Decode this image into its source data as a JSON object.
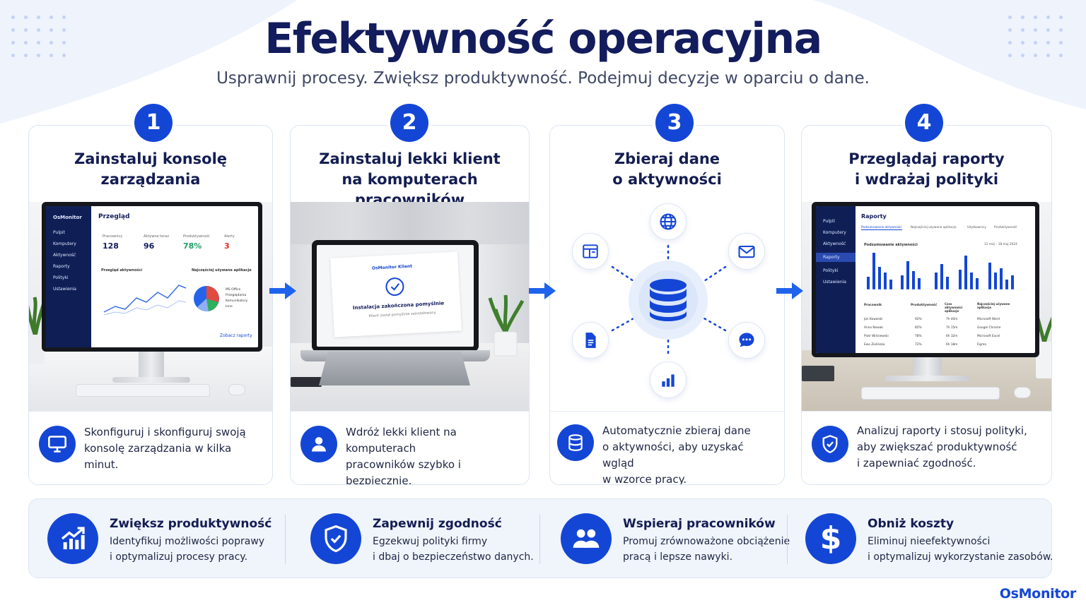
{
  "header": {
    "title": "Efektywność operacyjna",
    "subtitle": "Usprawnij procesy. Zwiększ produktywność. Podejmuj decyzje w oparciu o dane."
  },
  "colors": {
    "accent": "#1446d6",
    "navy": "#131c5c",
    "sidebar": "#0f1f56"
  },
  "steps": [
    {
      "number": "1",
      "title_line1": "Zainstaluj konsolę",
      "title_line2": "zarządzania",
      "icon": "monitor-icon",
      "desc_line1": "Skonfiguruj i skonfiguruj swoją",
      "desc_line2": "konsolę zarządzania w kilka minut.",
      "screen": {
        "brand": "OsMonitor",
        "nav": [
          "Pulpit",
          "Komputery",
          "Aktywność",
          "Raporty",
          "Polityki",
          "Ustawienia"
        ],
        "heading": "Przegląd",
        "stats": [
          {
            "label": "Pracownicy",
            "value": "128"
          },
          {
            "label": "Aktywne teraz",
            "value": "96"
          },
          {
            "label": "Produktywność",
            "value": "78%"
          },
          {
            "label": "Alerty",
            "value": "3"
          }
        ],
        "chart_label": "Przegląd aktywności",
        "apps_label": "Najczęściej używane aplikacje",
        "legend": [
          "MS Office",
          "Przeglądarka",
          "Komunikatory",
          "Inne"
        ],
        "link": "Zobacz raporty"
      }
    },
    {
      "number": "2",
      "title_line1": "Zainstaluj lekki klient",
      "title_line2": "na komputerach pracowników",
      "icon": "user-icon",
      "desc_line1": "Wdróż lekki klient na komputerach",
      "desc_line2": "pracowników szybko i bezpiecznie.",
      "screen": {
        "brand": "OsMonitor Klient",
        "status": "Instalacja zakończona pomyślnie",
        "detail": "Klient został pomyślnie zainstalowany."
      }
    },
    {
      "number": "3",
      "title_line1": "Zbieraj dane",
      "title_line2": "o aktywności",
      "icon": "database-icon",
      "desc_line1": "Automatycznie zbieraj dane",
      "desc_line2": "o aktywności, aby uzyskać wgląd",
      "desc_line3": "w wzorce pracy.",
      "hub_icons": [
        "globe-icon",
        "email-icon",
        "chat-icon",
        "bar-chart-icon",
        "document-icon",
        "window-icon"
      ]
    },
    {
      "number": "4",
      "title_line1": "Przeglądaj raporty",
      "title_line2": "i wdrażaj polityki",
      "icon": "shield-check-icon",
      "desc_line1": "Analizuj raporty i stosuj polityki,",
      "desc_line2": "aby zwiększać produktywność",
      "desc_line3": "i zapewniać zgodność.",
      "screen": {
        "nav": [
          "Pulpit",
          "Komputery",
          "Aktywność",
          "Raporty",
          "Polityki",
          "Ustawienia"
        ],
        "heading": "Raporty",
        "tabs": [
          "Podsumowanie aktywności",
          "Najczęściej używane aplikacje",
          "Użytkownicy",
          "Produktywność"
        ],
        "summary_label": "Podsumowanie aktywności",
        "date_range": "12 maj – 18 maj 2024",
        "columns": [
          "Pracownik",
          "Produktywność",
          "Czas aktywności aplikacje",
          "Najczęściej używane aplikacje"
        ],
        "rows": [
          [
            "Jan Kowalski",
            "92%",
            "7h 40m",
            "Microsoft Word"
          ],
          [
            "Anna Nowak",
            "85%",
            "7h 15m",
            "Google Chrome"
          ],
          [
            "Piotr Wiśniewski",
            "78%",
            "6h 32m",
            "Microsoft Excel"
          ],
          [
            "Ewa Zielińska",
            "72%",
            "6h 18m",
            "Figma"
          ]
        ]
      }
    }
  ],
  "benefits": [
    {
      "icon": "growth-chart-icon",
      "title": "Zwiększ produktywność",
      "line1": "Identyfikuj możliwości poprawy",
      "line2": "i optymalizuj procesy pracy."
    },
    {
      "icon": "shield-check-icon",
      "title": "Zapewnij zgodność",
      "line1": "Egzekwuj polityki firmy",
      "line2": "i dbaj o bezpieczeństwo danych."
    },
    {
      "icon": "people-icon",
      "title": "Wspieraj pracowników",
      "line1": "Promuj zrównoważone obciążenie",
      "line2": "pracą i lepsze nawyki."
    },
    {
      "icon": "dollar-icon",
      "title": "Obniż koszty",
      "line1": "Eliminuj nieefektywności",
      "line2": "i optymalizuj wykorzystanie zasobów."
    }
  ],
  "brand": "OsMonitor"
}
